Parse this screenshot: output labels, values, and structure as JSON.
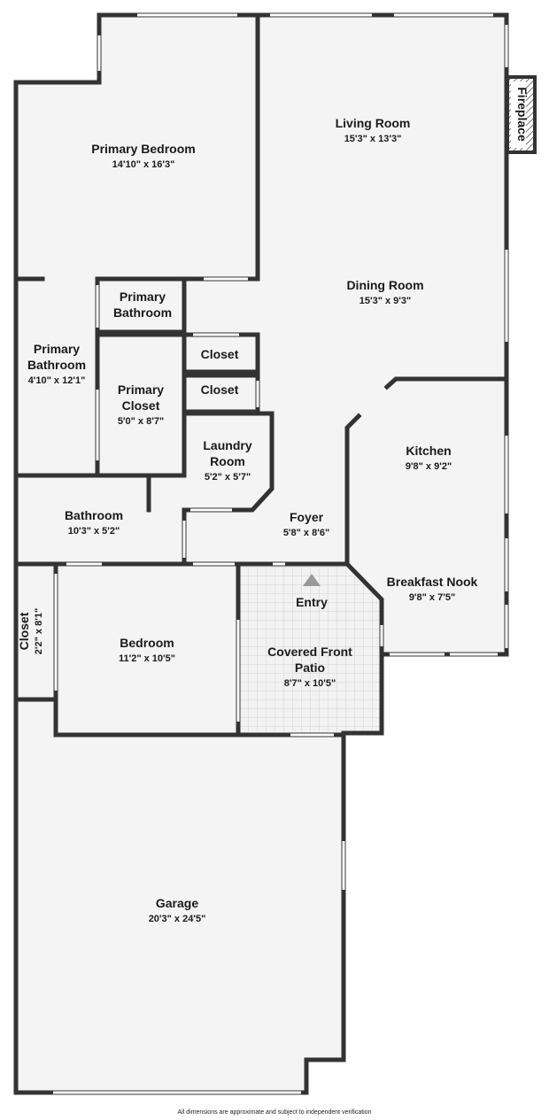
{
  "rooms": {
    "primary_bedroom": {
      "name": "Primary Bedroom",
      "dims": "14'10\" x 16'3\""
    },
    "living_room": {
      "name": "Living Room",
      "dims": "15'3\" x 13'3\""
    },
    "fireplace": {
      "name": "Fireplace"
    },
    "dining_room": {
      "name": "Dining Room",
      "dims": "15'3\" x 9'3\""
    },
    "primary_bathroom_small": {
      "name_line1": "Primary",
      "name_line2": "Bathroom"
    },
    "primary_bathroom": {
      "name_line1": "Primary",
      "name_line2": "Bathroom",
      "dims": "4'10\" x 12'1\""
    },
    "closet_a": {
      "name": "Closet"
    },
    "closet_b": {
      "name": "Closet"
    },
    "primary_closet": {
      "name_line1": "Primary",
      "name_line2": "Closet",
      "dims": "5'0\" x 8'7\""
    },
    "laundry_room": {
      "name_line1": "Laundry",
      "name_line2": "Room",
      "dims": "5'2\" x 5'7\""
    },
    "kitchen": {
      "name": "Kitchen",
      "dims": "9'8\" x 9'2\""
    },
    "bathroom": {
      "name": "Bathroom",
      "dims": "10'3\" x 5'2\""
    },
    "foyer": {
      "name": "Foyer",
      "dims": "5'8\" x 8'6\""
    },
    "breakfast_nook": {
      "name": "Breakfast Nook",
      "dims": "9'8\" x 7'5\""
    },
    "entry": {
      "name": "Entry"
    },
    "closet_side": {
      "name": "Closet",
      "dims": "2'2\" x 8'1\""
    },
    "bedroom": {
      "name": "Bedroom",
      "dims": "11'2\" x 10'5\""
    },
    "covered_patio": {
      "name_line1": "Covered Front",
      "name_line2": "Patio",
      "dims": "8'7\" x 10'5\""
    },
    "garage": {
      "name": "Garage",
      "dims": "20'3\" x 24'5\""
    }
  },
  "footer": {
    "disclaimer": "All dimensions are approximate and subject to independent verification"
  }
}
